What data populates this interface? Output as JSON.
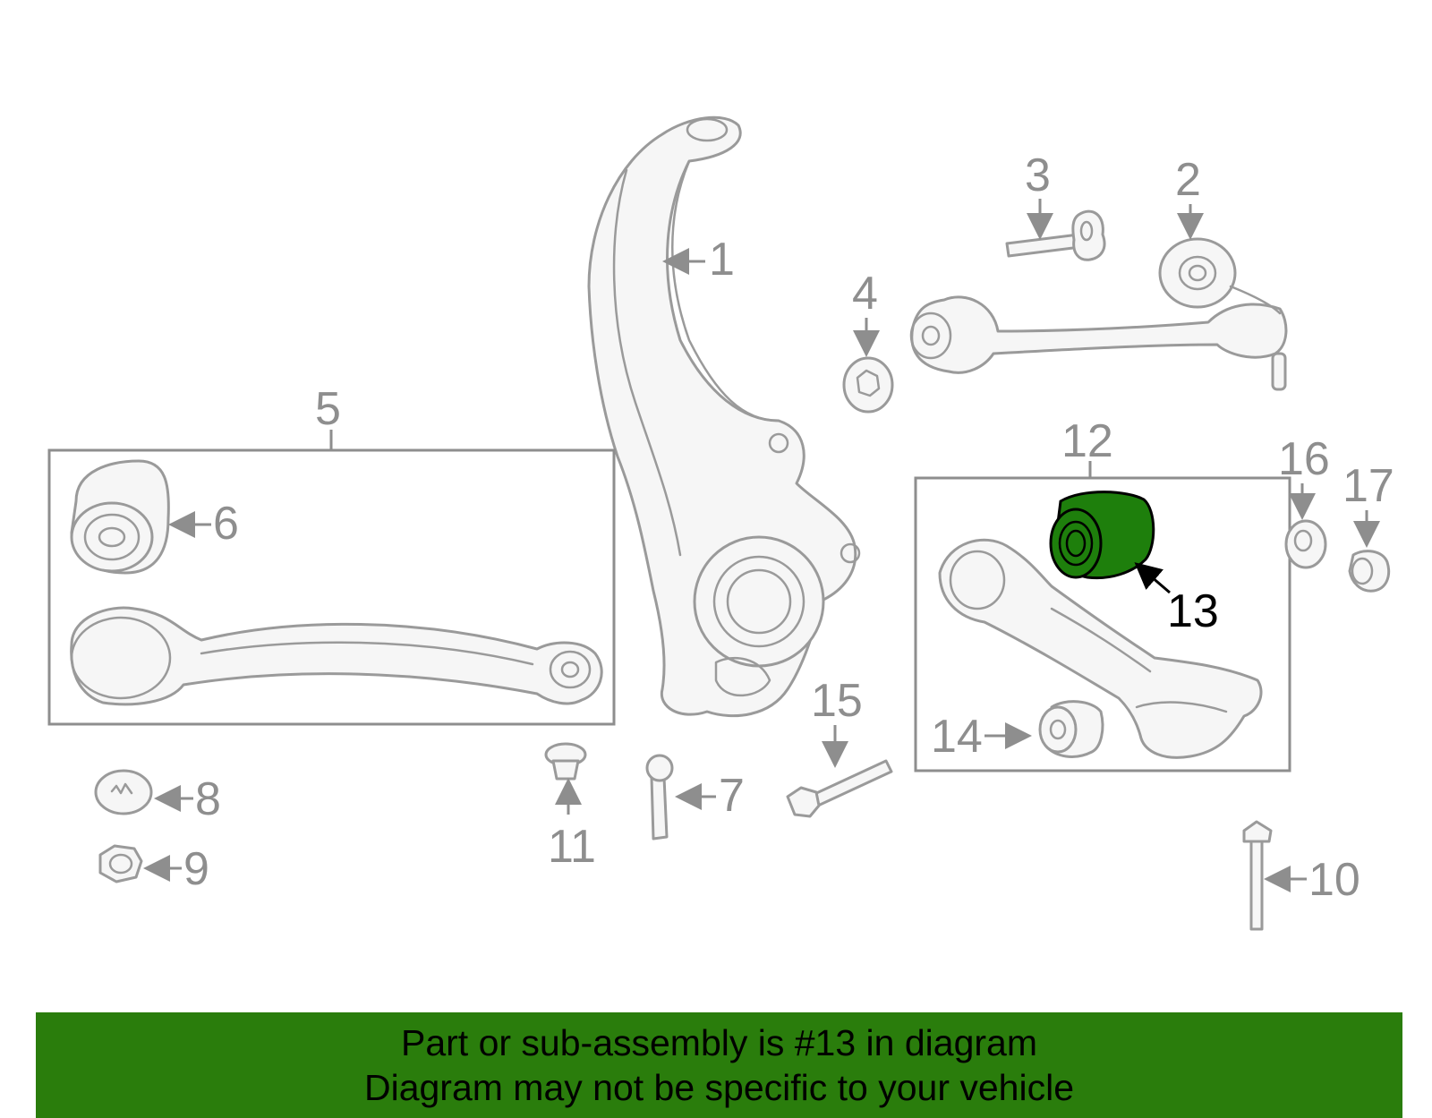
{
  "callouts": [
    "1",
    "2",
    "3",
    "4",
    "5",
    "6",
    "7",
    "8",
    "9",
    "10",
    "11",
    "12",
    "13",
    "14",
    "15",
    "16",
    "17"
  ],
  "highlighted_part": "13",
  "highlight_color": "#1e7f0c",
  "banner": {
    "line1": "Part or sub-assembly is #13 in diagram",
    "line2": "Diagram may not be specific to your vehicle",
    "background": "#2a7d0c"
  }
}
